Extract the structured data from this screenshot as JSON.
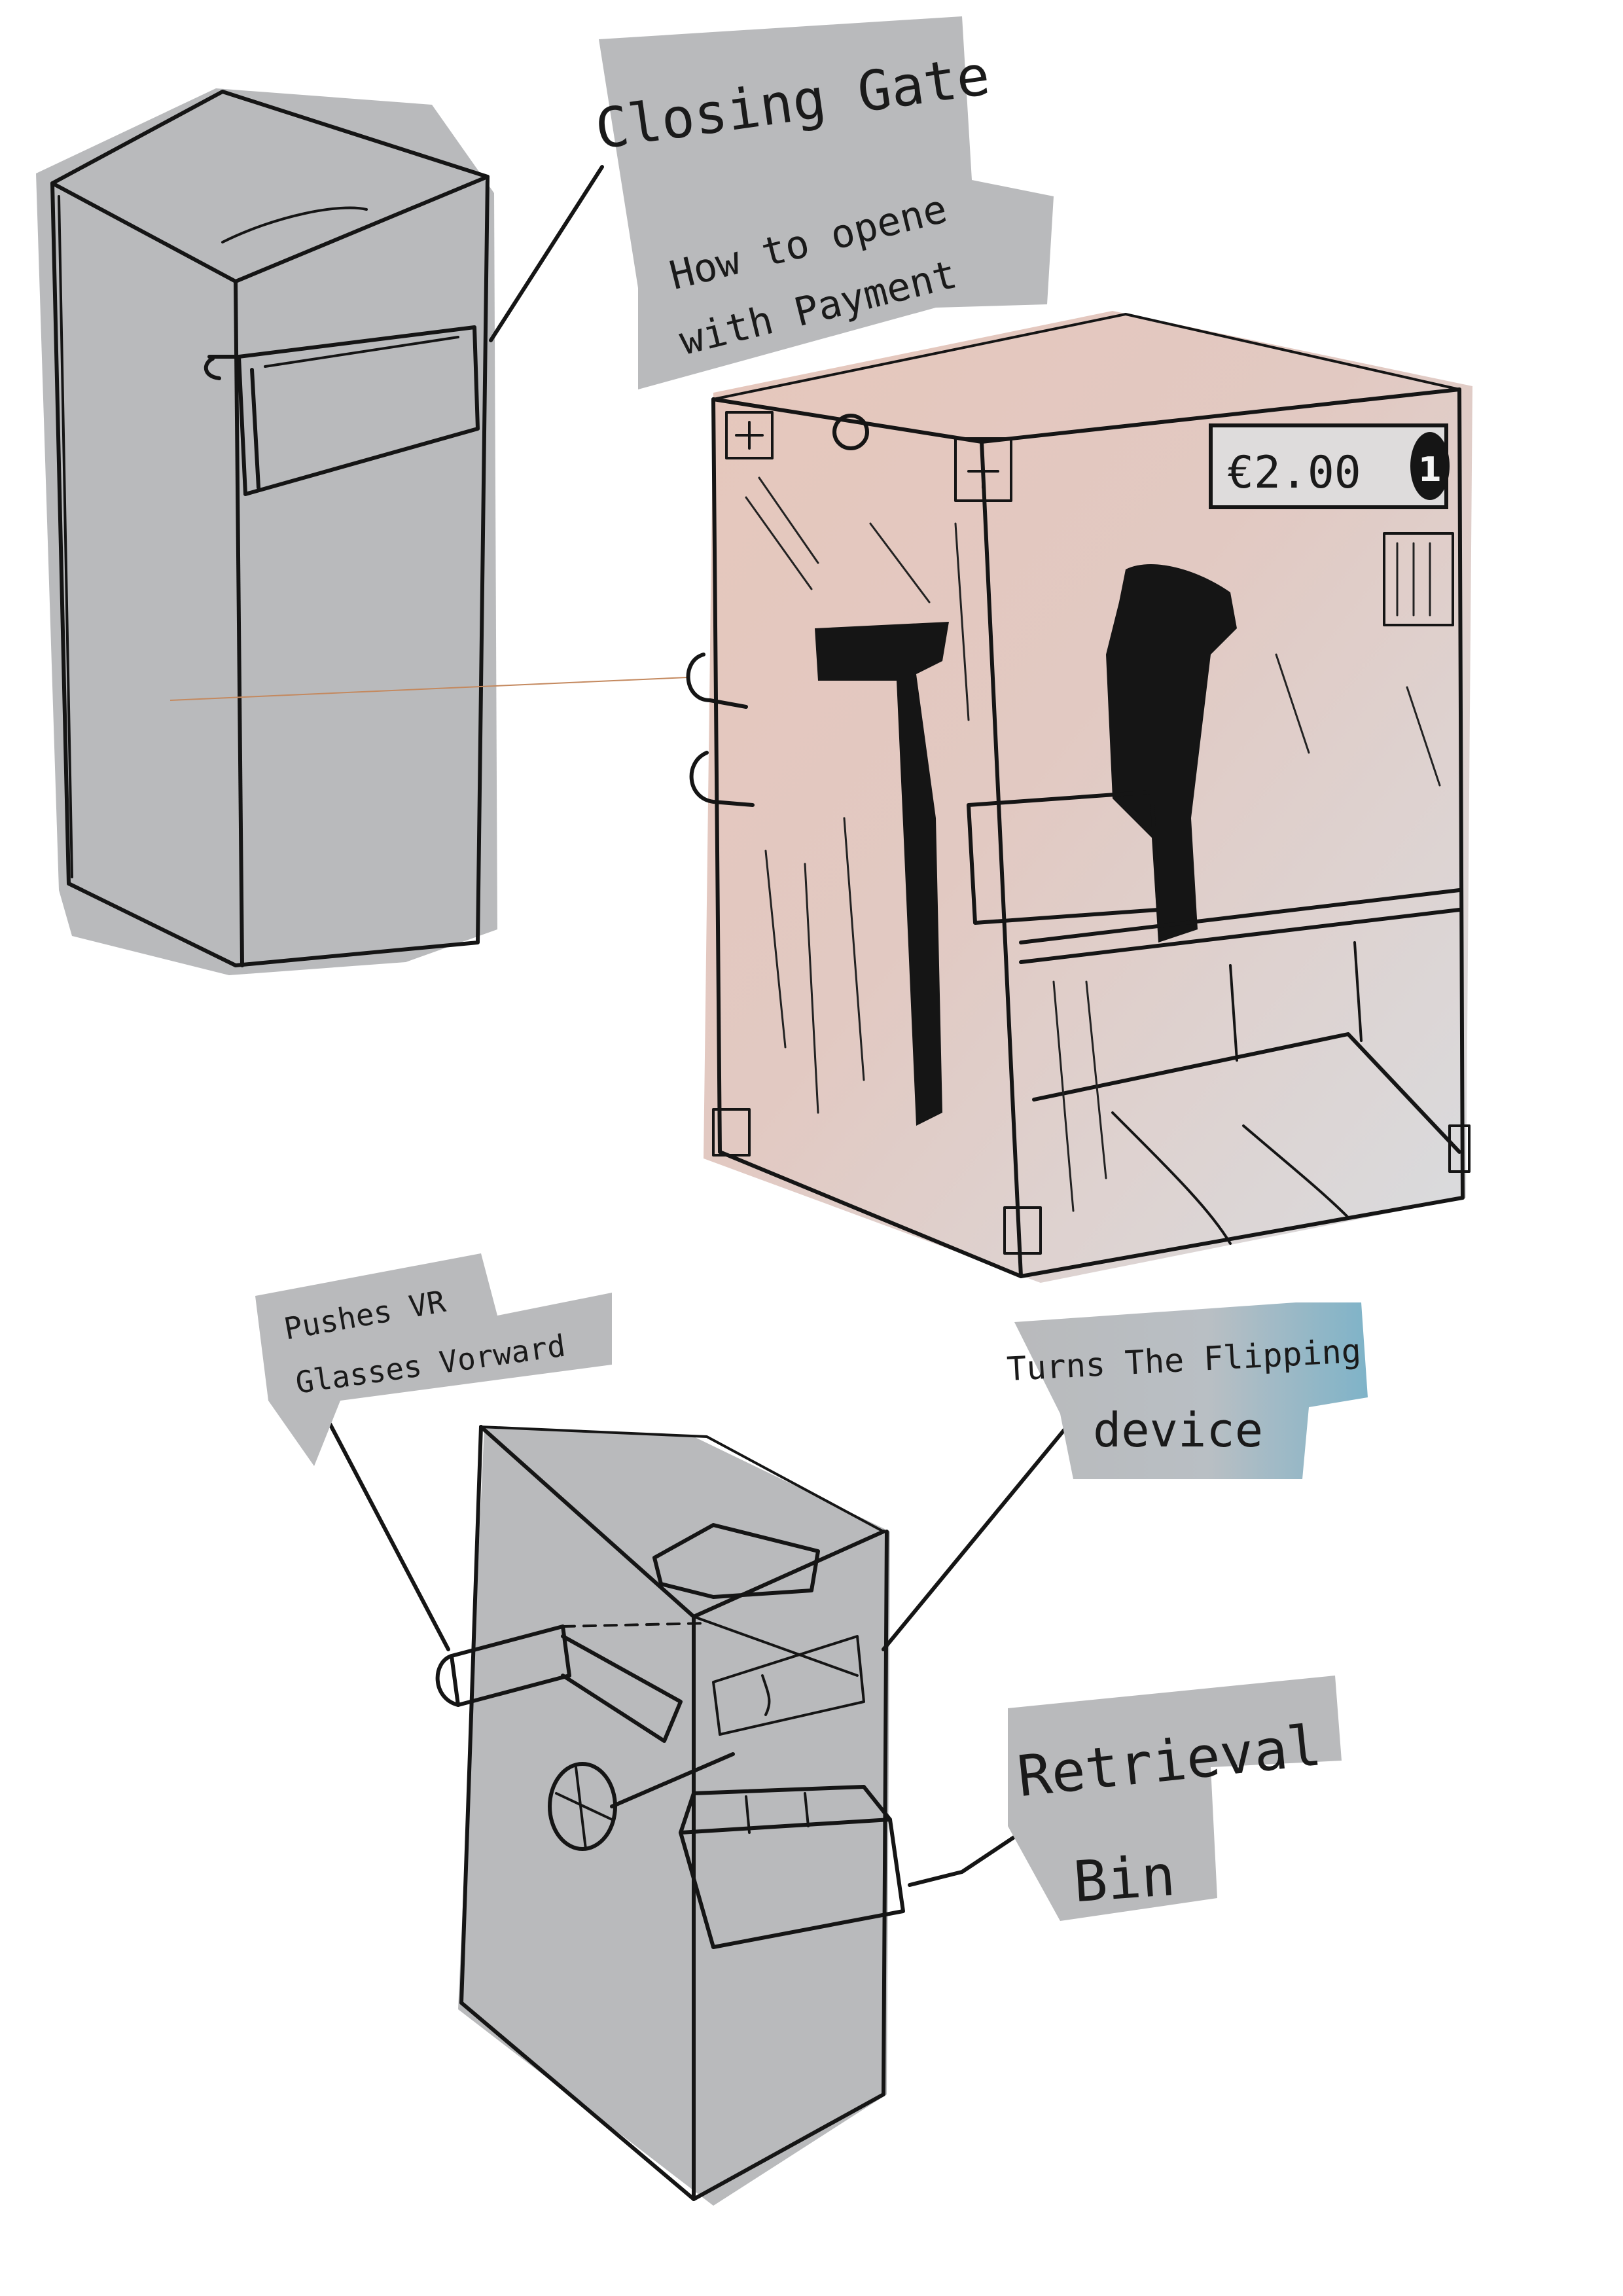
{
  "labels": {
    "closing_gate": "Closing Gate",
    "how_to_open_line1": "How to opene",
    "how_to_open_line2": "with Payment",
    "price_tag": "€2.00",
    "coin_number": "1",
    "pushes_vr_line1": "Pushes VR",
    "pushes_vr_line2": "Glasses Vorward",
    "turns_flipping_line1": "Turns The Flipping",
    "turns_flipping_line2": "device",
    "retrieval_line1": "Retrieval",
    "retrieval_line2": "Bin"
  },
  "colors": {
    "paper_gray": "#b9babc",
    "ink": "#151515",
    "warm_tint": "#e9c3b0",
    "cool_tint": "#8fb4c6"
  }
}
